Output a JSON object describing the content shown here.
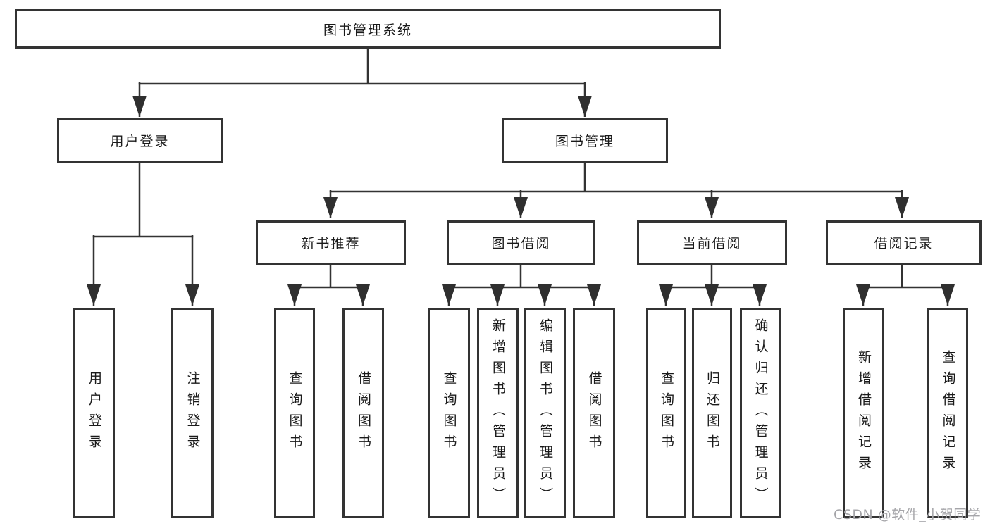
{
  "diagram": {
    "root": {
      "label": "图书管理系统"
    },
    "branches": [
      {
        "label": "用户登录",
        "children": [
          {
            "label": "用户登录"
          },
          {
            "label": "注销登录"
          }
        ]
      },
      {
        "label": "图书管理",
        "children": [
          {
            "label": "新书推荐",
            "children": [
              {
                "label": "查询图书"
              },
              {
                "label": "借阅图书"
              }
            ]
          },
          {
            "label": "图书借阅",
            "children": [
              {
                "label": "查询图书"
              },
              {
                "label": "新增图书（管理员）"
              },
              {
                "label": "编辑图书（管理员）"
              },
              {
                "label": "借阅图书"
              }
            ]
          },
          {
            "label": "当前借阅",
            "children": [
              {
                "label": "查询图书"
              },
              {
                "label": "归还图书"
              },
              {
                "label": "确认归还（管理员）"
              }
            ]
          },
          {
            "label": "借阅记录",
            "children": [
              {
                "label": "新增借阅记录"
              },
              {
                "label": "查询借阅记录"
              }
            ]
          }
        ]
      }
    ],
    "watermark": "CSDN @软件_小贺同学",
    "colors": {
      "line": "#333333",
      "box_border": "#333333",
      "box_fill": "#ffffff",
      "text": "#1a1a1a",
      "watermark": "#a5a5a9",
      "background": "#ffffff"
    }
  }
}
